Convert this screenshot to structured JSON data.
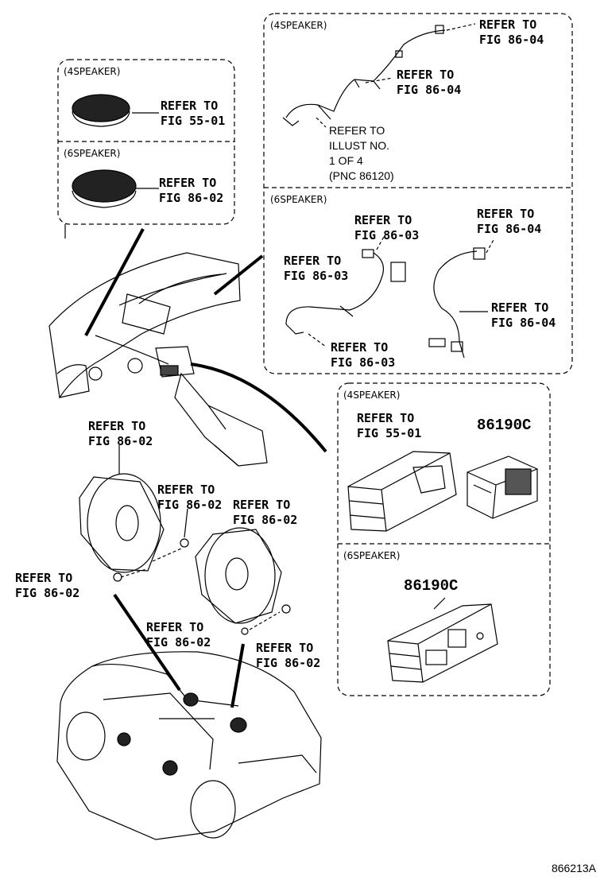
{
  "sections": {
    "tweeter_4": "(4SPEAKER)",
    "tweeter_6": "(6SPEAKER)",
    "harness_4": "(4SPEAKER)",
    "harness_6": "(6SPEAKER)",
    "switch_4": "(4SPEAKER)",
    "switch_6": "(6SPEAKER)"
  },
  "refs": {
    "tweeter4": {
      "a": "REFER TO",
      "b": "FIG 55-01"
    },
    "tweeter6": {
      "a": "REFER TO",
      "b": "FIG 86-02"
    },
    "h4_top": {
      "a": "REFER TO",
      "b": "FIG 86-04"
    },
    "h4_mid": {
      "a": "REFER TO",
      "b": "FIG 86-04"
    },
    "h4_illust": {
      "a": "REFER TO",
      "b": "ILLUST NO.",
      "c": "1 OF 4",
      "d": "(PNC 86120)"
    },
    "h6_a": {
      "a": "REFER TO",
      "b": "FIG 86-03"
    },
    "h6_b": {
      "a": "REFER TO",
      "b": "FIG 86-03"
    },
    "h6_c": {
      "a": "REFER TO",
      "b": "FIG 86-04"
    },
    "h6_d": {
      "a": "REFER TO",
      "b": "FIG 86-04"
    },
    "h6_e": {
      "a": "REFER TO",
      "b": "FIG 86-03"
    },
    "sw4": {
      "a": "REFER TO",
      "b": "FIG 55-01"
    },
    "spk_left": {
      "a": "REFER TO",
      "b": "FIG 86-02"
    },
    "spk_clip1": {
      "a": "REFER TO",
      "b": "FIG 86-02"
    },
    "spk_right": {
      "a": "REFER TO",
      "b": "FIG 86-02"
    },
    "spk_clip2": {
      "a": "REFER TO",
      "b": "FIG 86-02"
    },
    "spk_screw1": {
      "a": "REFER TO",
      "b": "FIG 86-02"
    },
    "spk_screw2": {
      "a": "REFER TO",
      "b": "FIG 86-02"
    }
  },
  "parts": {
    "switch_4": "86190C",
    "switch_6": "86190C"
  },
  "illustration_code": "866213A"
}
